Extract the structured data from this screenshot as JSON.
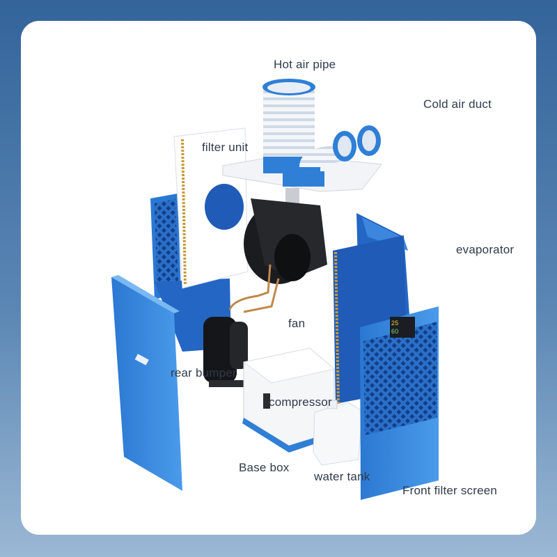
{
  "labels": {
    "hot_air_pipe": "Hot air pipe",
    "cold_air_duct": "Cold air duct",
    "filter_unit": "filter unit",
    "evaporator": "evaporator",
    "fan": "fan",
    "rear_bumper": "rear bumper",
    "compressor": "compressor",
    "base_box": "Base box",
    "water_tank": "water tank",
    "front_filter_screen": "Front filter screen"
  },
  "display_panel": {
    "top_value": "25",
    "bottom_value": "60"
  },
  "colors": {
    "brand_blue": "#2f7fd6",
    "dark_blue": "#1f4f9c",
    "background": "#33649a"
  }
}
